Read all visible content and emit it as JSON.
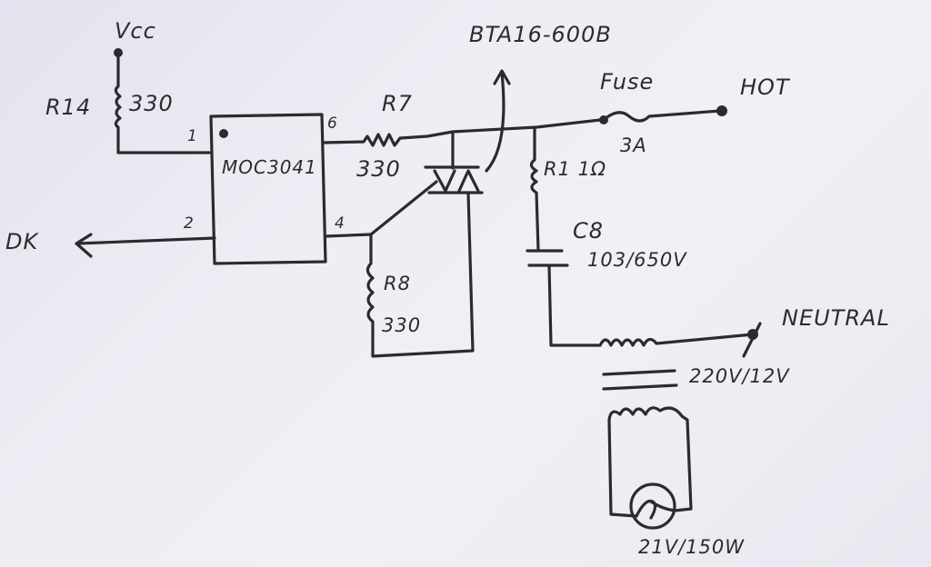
{
  "title": "Hand-drawn triac dimmer / transformer control schematic",
  "labels": {
    "vcc": "Vcc",
    "r14_name": "R14",
    "r14_value": "330",
    "opto": "MOC3041",
    "pin1": "1",
    "pin2": "2",
    "pin4": "4",
    "pin6": "6",
    "dk": "DK",
    "r7_name": "R7",
    "r7_value": "330",
    "triac": "BTA16-600B",
    "fuse_name": "Fuse",
    "fuse_rating": "3A",
    "hot": "HOT",
    "r1": "R1 1Ω",
    "c8_name": "C8",
    "c8_value": "103/650V",
    "r8_name": "R8",
    "r8_value": "330",
    "neutral": "NEUTRAL",
    "transformer": "220V/12V",
    "lamp": "21V/150W"
  },
  "components": [
    {
      "id": "R14",
      "type": "resistor",
      "value": "330"
    },
    {
      "id": "U1",
      "type": "optotriac",
      "part": "MOC3041"
    },
    {
      "id": "R7",
      "type": "resistor",
      "value": "330"
    },
    {
      "id": "R8",
      "type": "resistor",
      "value": "330"
    },
    {
      "id": "Q1",
      "type": "triac",
      "part": "BTA16-600B"
    },
    {
      "id": "F1",
      "type": "fuse",
      "rating": "3A"
    },
    {
      "id": "R1",
      "type": "resistor",
      "value": "1Ω"
    },
    {
      "id": "C8",
      "type": "capacitor",
      "value": "103/650V"
    },
    {
      "id": "T1",
      "type": "transformer",
      "rating": "220V/12V"
    },
    {
      "id": "L1",
      "type": "lamp",
      "rating": "21V/150W"
    }
  ]
}
